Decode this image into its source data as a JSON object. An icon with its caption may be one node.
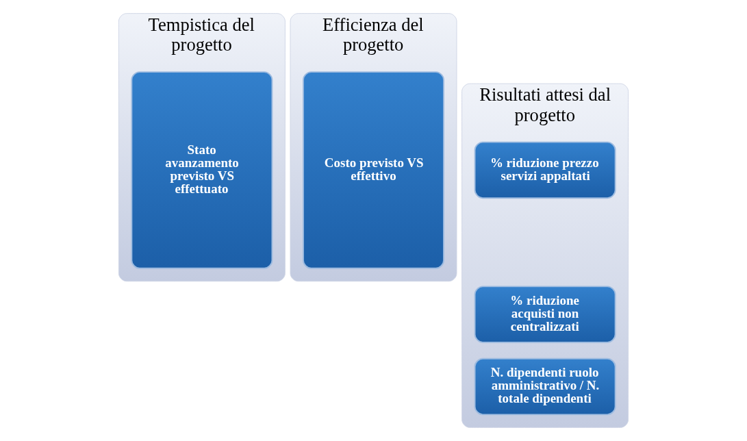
{
  "diagram": {
    "nodes": [
      {
        "text": [
          "Tempistica del progetto"
        ]
      },
      {
        "text": [
          "Stato avanzamento previsto VS effettuato"
        ],
        "in": 0
      },
      {
        "text": [
          "Efficienza del progetto"
        ]
      },
      {
        "text": [
          "Costo previsto VS effettivo"
        ],
        "in": 2
      },
      {
        "text": [
          "Risultati attesi dal progetto"
        ]
      },
      {
        "text": [
          "% riduzione prezzo servizi appaltati"
        ],
        "in": 4
      },
      {
        "text": [
          "% riduzione acquisti non centralizzati"
        ],
        "in": 4
      },
      {
        "text": [
          "N. dipendenti ruolo amministrativo / N. totale dipendenti"
        ],
        "in": 4
      }
    ],
    "edges": []
  }
}
